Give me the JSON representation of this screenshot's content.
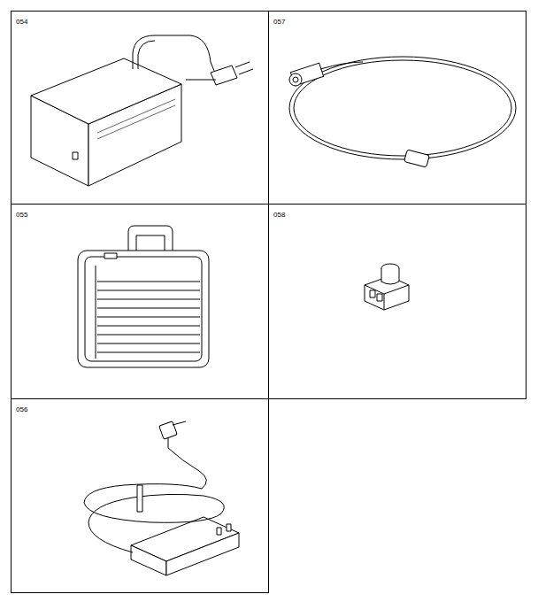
{
  "diagram": {
    "nodes": [
      {
        "text": [
          "054"
        ]
      },
      {
        "text": [
          "057"
        ]
      },
      {
        "text": [
          "055"
        ]
      },
      {
        "text": [
          "058"
        ]
      },
      {
        "text": [
          "056"
        ]
      }
    ]
  }
}
